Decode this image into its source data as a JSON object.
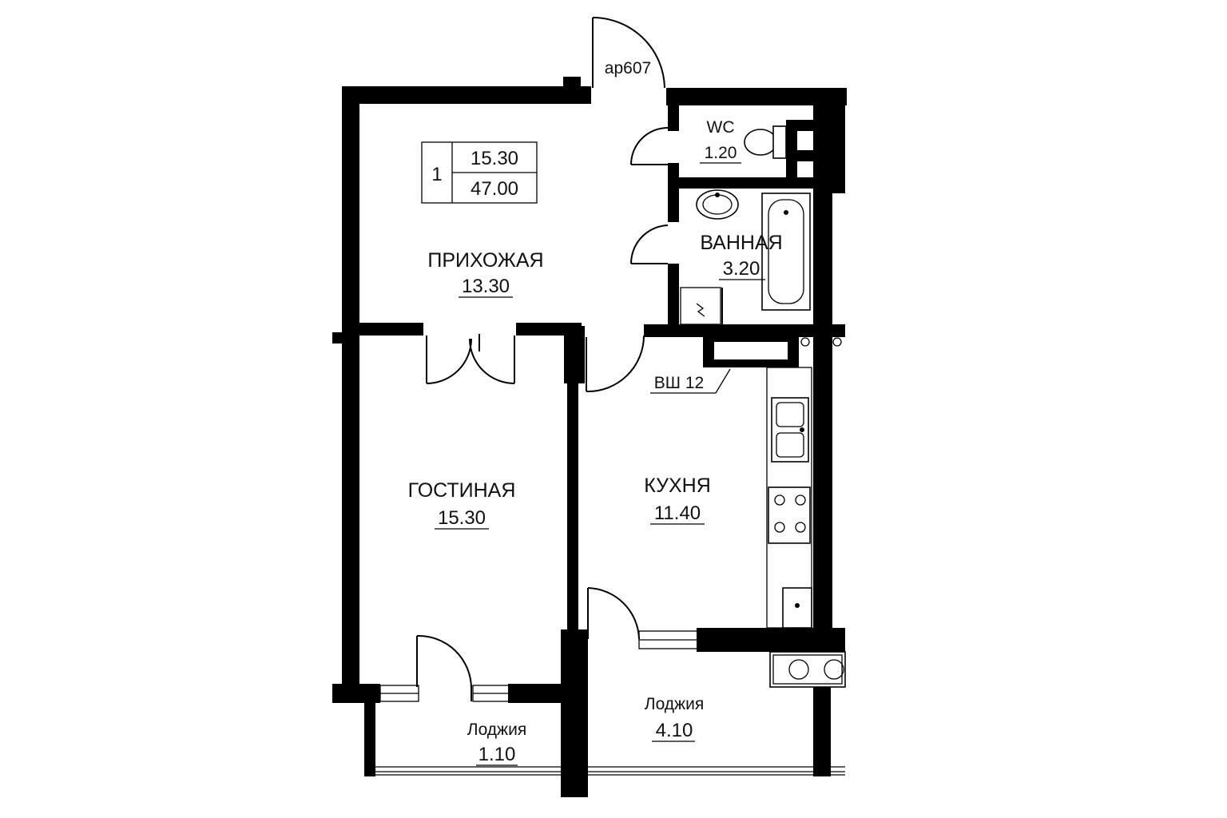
{
  "apartment": {
    "number": "1",
    "living_area": "15.30",
    "total_area": "47.00",
    "entrance_code": "ар607"
  },
  "rooms": [
    {
      "id": "hallway",
      "name": "ПРИХОЖАЯ",
      "area": "13.30"
    },
    {
      "id": "wc",
      "name": "WC",
      "area": "1.20"
    },
    {
      "id": "bathroom",
      "name": "ВАННАЯ",
      "area": "3.20"
    },
    {
      "id": "living-room",
      "name": "ГОСТИНАЯ",
      "area": "15.30"
    },
    {
      "id": "kitchen",
      "name": "КУХНЯ",
      "area": "11.40"
    },
    {
      "id": "loggia-small",
      "name": "Лоджия",
      "area": "1.10"
    },
    {
      "id": "loggia-large",
      "name": "Лоджия",
      "area": "4.10"
    }
  ],
  "shaft_label": "ВШ 12",
  "colors": {
    "walls": "#000000",
    "background": "#ffffff"
  }
}
